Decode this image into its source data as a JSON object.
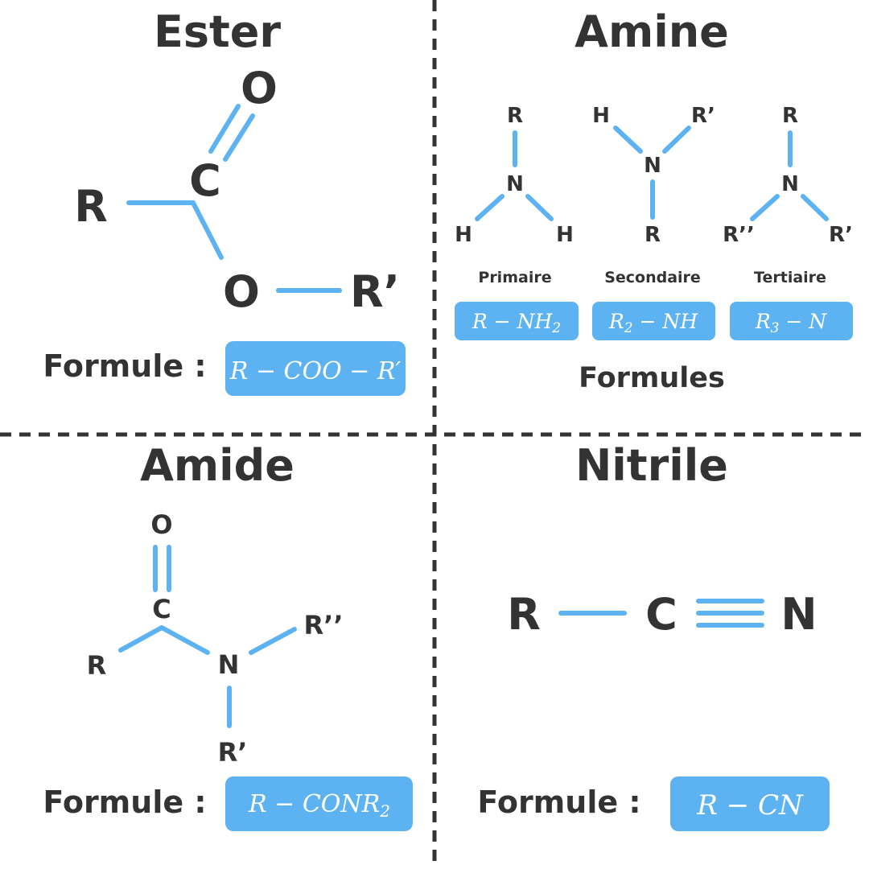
{
  "colors": {
    "bond": "#5db3f2",
    "text": "#333333",
    "formula_bg": "#5db3f2",
    "formula_text": "#ffffff"
  },
  "ester": {
    "title": "Ester",
    "atoms": {
      "r": "R",
      "c": "C",
      "o_top": "O",
      "o": "O",
      "r_prime": "R’"
    },
    "formula_label": "Formule :",
    "formula": "R − COO − R′"
  },
  "amine": {
    "title": "Amine",
    "primary": {
      "top": "R",
      "center": "N",
      "left": "H",
      "right": "H",
      "label": "Primaire",
      "formula_main": "R − NH",
      "formula_sub": "2"
    },
    "secondary": {
      "left": "H",
      "right": "R’",
      "center": "N",
      "bottom": "R",
      "label": "Secondaire",
      "formula_main_1": "R",
      "formula_sub": "2",
      "formula_main_2": " − NH"
    },
    "tertiary": {
      "top": "R",
      "center": "N",
      "left": "R’’",
      "right": "R’",
      "label": "Tertiaire",
      "formula_main_1": "R",
      "formula_sub": "3",
      "formula_main_2": " − N"
    },
    "formulas_caption": "Formules"
  },
  "amide": {
    "title": "Amide",
    "atoms": {
      "o": "O",
      "c": "C",
      "r": "R",
      "n": "N",
      "r_double_prime": "R’’",
      "r_prime": "R’"
    },
    "formula_label": "Formule :",
    "formula_main": "R − CONR",
    "formula_sub": "2"
  },
  "nitrile": {
    "title": "Nitrile",
    "atoms": {
      "r": "R",
      "c": "C",
      "n": "N"
    },
    "formula_label": "Formule :",
    "formula": "R − CN"
  }
}
